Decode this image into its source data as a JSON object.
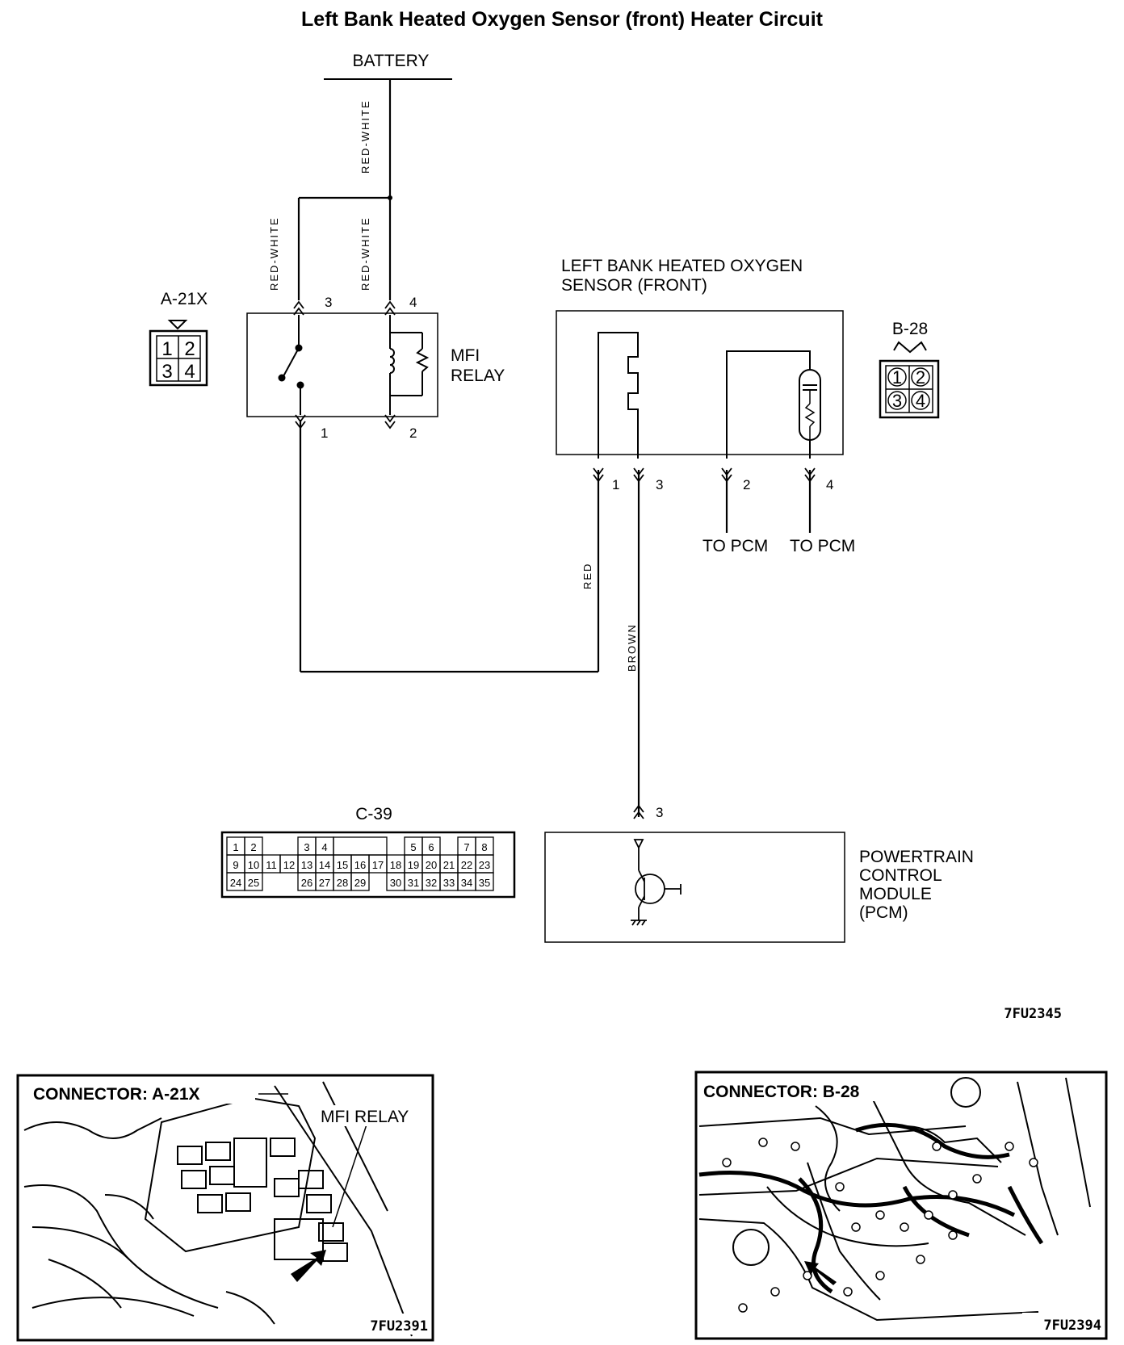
{
  "title": "Left Bank Heated Oxygen Sensor (front) Heater Circuit",
  "battery_label": "BATTERY",
  "wire_colors": {
    "battery_feed": "RED-WHITE",
    "relay_pin3": "RED-WHITE",
    "relay_pin4": "RED-WHITE",
    "sensor_pin1": "RED",
    "sensor_pin3": "BROWN"
  },
  "relay": {
    "connector_id": "A-21X",
    "name_line1": "MFI",
    "name_line2": "RELAY",
    "pins": [
      "3",
      "4",
      "1",
      "2"
    ],
    "connector_cells": [
      "1",
      "2",
      "3",
      "4"
    ]
  },
  "sensor": {
    "connector_id": "B-28",
    "name_line1": "LEFT BANK HEATED OXYGEN",
    "name_line2": "SENSOR (FRONT)",
    "pins": [
      "1",
      "3",
      "2",
      "4"
    ],
    "to_pcm_1": "TO PCM",
    "to_pcm_2": "TO PCM",
    "connector_cells": [
      "1",
      "2",
      "3",
      "4"
    ]
  },
  "pcm": {
    "connector_id": "C-39",
    "pin": "3",
    "name_line1": "POWERTRAIN",
    "name_line2": "CONTROL",
    "name_line3": "MODULE",
    "name_line4": "(PCM)",
    "connector_rows": [
      [
        "1",
        "2",
        "3",
        "4",
        "5",
        "6",
        "7",
        "8"
      ],
      [
        "9",
        "10",
        "11",
        "12",
        "13",
        "14",
        "15",
        "16",
        "17",
        "18",
        "19",
        "20",
        "21",
        "22",
        "23"
      ],
      [
        "24",
        "25",
        "26",
        "27",
        "28",
        "29",
        "30",
        "31",
        "32",
        "33",
        "34",
        "35"
      ]
    ]
  },
  "diagram_code": "7FU2345",
  "photo_left": {
    "title": "CONNECTOR: A-21X",
    "callout": "MFI RELAY",
    "code": "7FU2391"
  },
  "photo_right": {
    "title": "CONNECTOR: B-28",
    "code": "7FU2394"
  }
}
